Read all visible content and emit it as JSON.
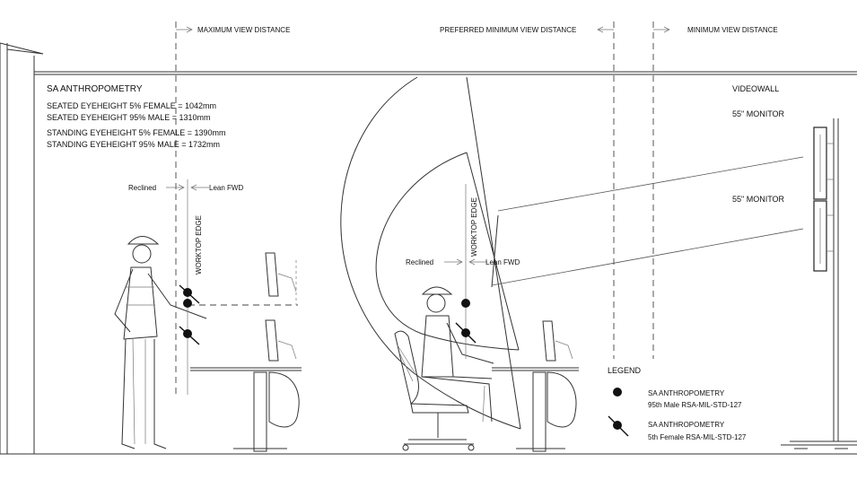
{
  "top_labels": {
    "max_view": "MAXIMUM VIEW DISTANCE",
    "pref_min_view": "PREFERRED MINIMUM VIEW DISTANCE",
    "min_view": "MINIMUM VIEW DISTANCE"
  },
  "anthro": {
    "title": "SA ANTHROPOMETRY",
    "lines": [
      "SEATED EYEHEIGHT 5% FEMALE  = 1042mm",
      "SEATED EYEHEIGHT 95% MALE  = 1310mm",
      "STANDING EYEHEIGHT 5% FEMALE = 1390mm",
      "STANDING EYEHEIGHT 95% MALE  = 1732mm"
    ]
  },
  "videowall": {
    "title": "VIDEOWALL",
    "monitor_top": "55\" MONITOR",
    "monitor_bottom": "55\" MONITOR"
  },
  "standing": {
    "reclined": "Reclined",
    "lean": "Lean FWD",
    "worktop": "WORKTOP EDGE"
  },
  "seated": {
    "reclined": "Reclined",
    "lean": "Lean FWD",
    "worktop": "WORKTOP EDGE"
  },
  "legend": {
    "title": "LEGEND",
    "item1_line1": "SA ANTHROPOMETRY",
    "item1_line2": "95th Male RSA-MIL-STD-127",
    "item2_line1": "SA ANTHROPOMETRY",
    "item2_line2": "5th Female RSA-MIL-STD-127"
  }
}
